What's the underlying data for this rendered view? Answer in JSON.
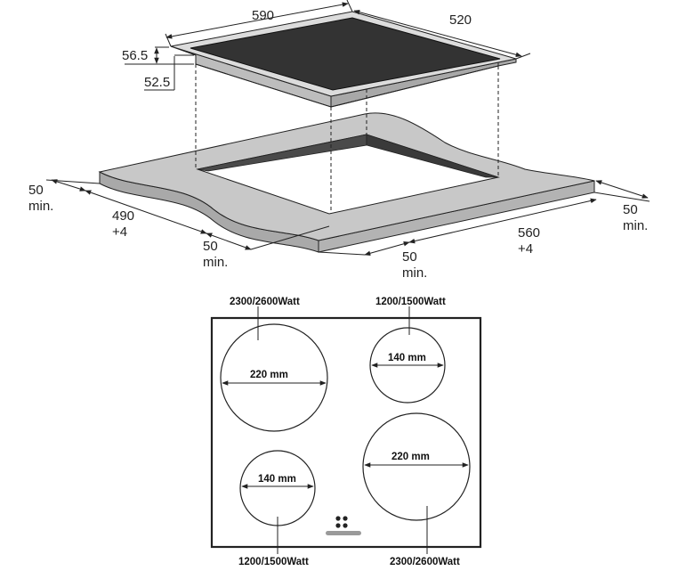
{
  "installation": {
    "hob_width": "590",
    "hob_depth": "520",
    "thickness_total": "56.5",
    "thickness_under": "52.5",
    "left_clearance": "50",
    "left_clearance_unit": "min.",
    "cutout_depth": "490",
    "cutout_depth_tol": "+4",
    "front_clearance_left": "50",
    "front_clearance_left_unit": "min.",
    "front_clearance_right": "50",
    "front_clearance_right_unit": "min.",
    "cutout_width": "560",
    "cutout_width_tol": "+4",
    "right_clearance": "50",
    "right_clearance_unit": "min."
  },
  "zones": {
    "top_left": {
      "power": "2300/2600Watt",
      "diameter": "220 mm"
    },
    "top_right": {
      "power": "1200/1500Watt",
      "diameter": "140 mm"
    },
    "bottom_left": {
      "power": "1200/1500Watt",
      "diameter": "140 mm"
    },
    "bottom_right": {
      "power": "2300/2600Watt",
      "diameter": "220 mm"
    }
  },
  "colors": {
    "glass_top": "#333333",
    "hob_frame": "#d9d9d9",
    "countertop": "#c8c8c8",
    "cutout_edge": "#4a4a4a",
    "control_slider": "#9a9a9a"
  }
}
